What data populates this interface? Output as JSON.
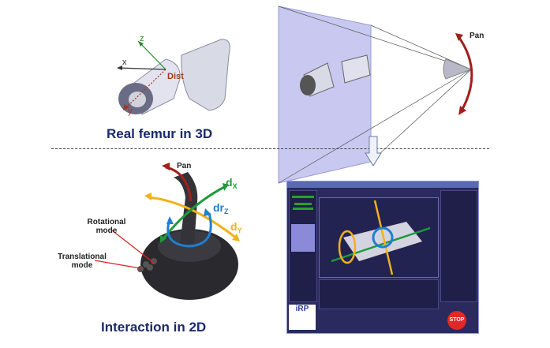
{
  "top": {
    "title": "Real femur in 3D",
    "axes": {
      "x": "x",
      "y": "y",
      "z": "z",
      "dist": "Dist"
    },
    "camera_pan": "Pan"
  },
  "bottom": {
    "title": "Interaction in 2D",
    "joystick": {
      "pan": "Pan",
      "dx": "d",
      "dx_sub": "X",
      "dy": "d",
      "dy_sub": "Y",
      "drz": "dr",
      "drz_sub": "Z",
      "rotational_mode": "Rotational mode",
      "translational_mode": "Translational mode"
    },
    "app": {
      "stop_label": "STOP",
      "logo": "iRP"
    }
  },
  "colors": {
    "title": "#1a2a6c",
    "pan": "#a0201c",
    "dx": "#1f9a3a",
    "dy": "#f2b21a",
    "drz": "#1f7fd0",
    "app_bg": "#2a2a5e"
  }
}
